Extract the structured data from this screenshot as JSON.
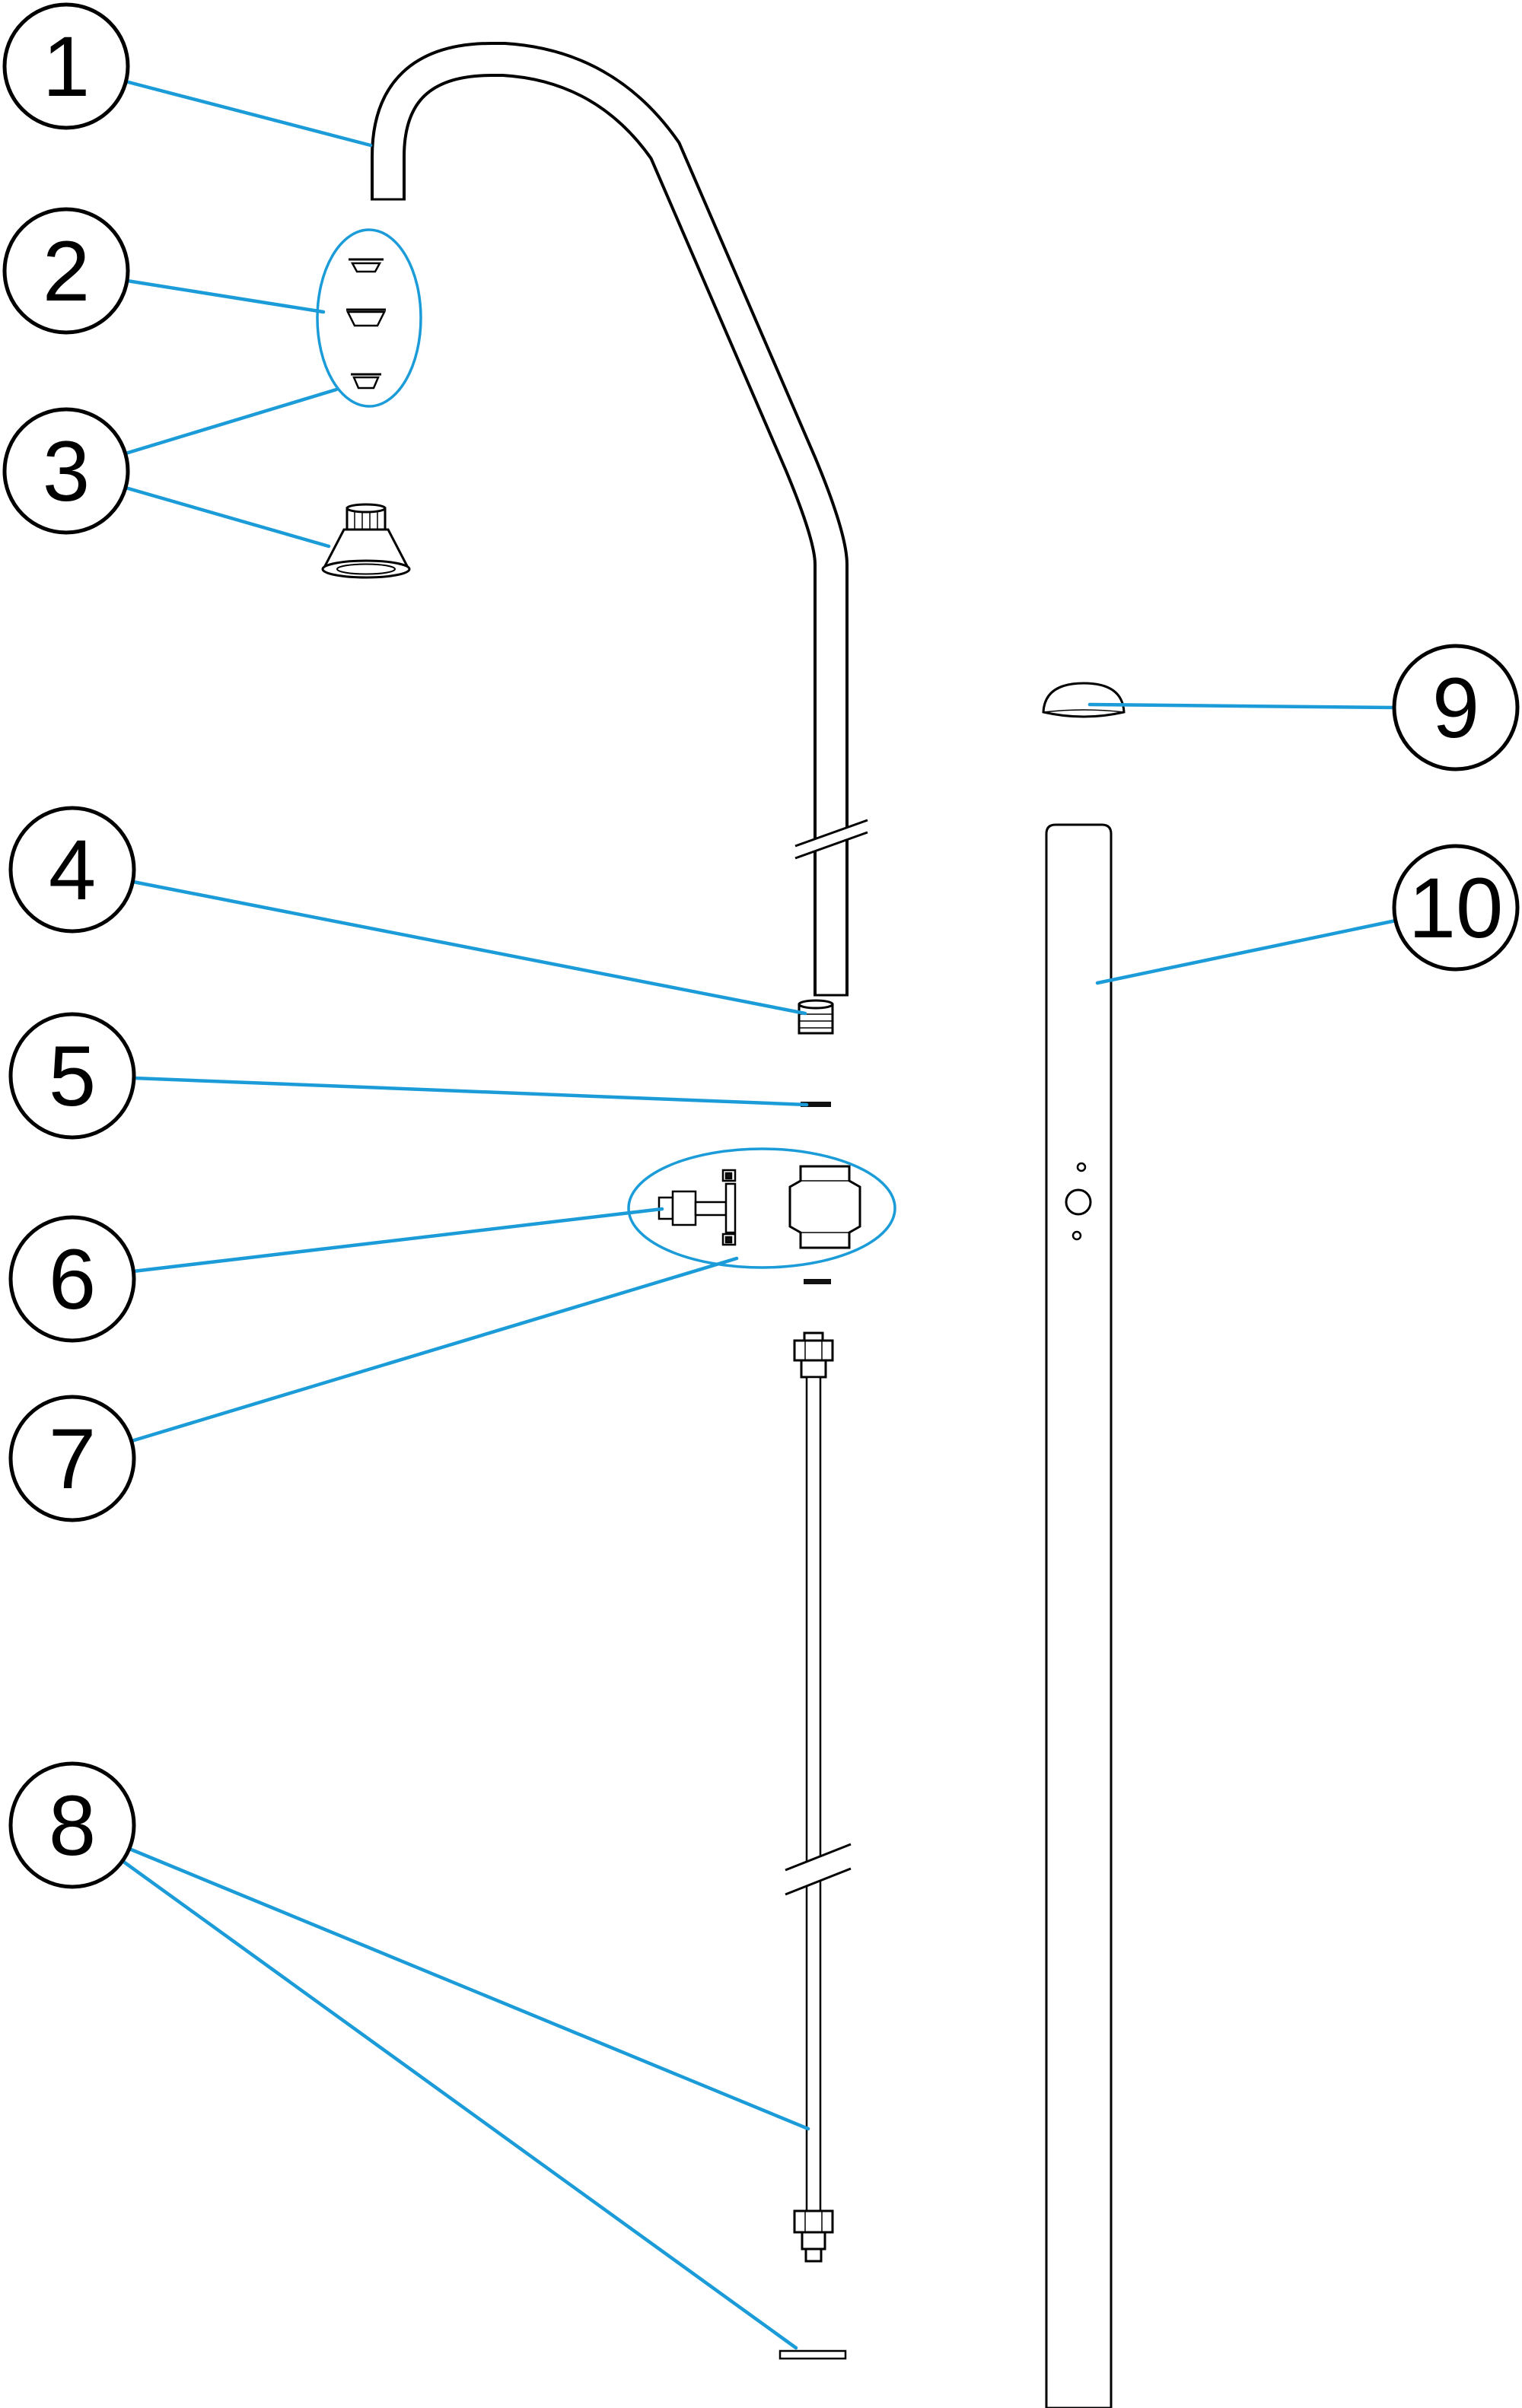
{
  "diagram": {
    "background": "#ffffff",
    "accent_color": "#1b9cd8",
    "line_color": "#000000"
  },
  "callouts": [
    "1",
    "2",
    "3",
    "4",
    "5",
    "6",
    "7",
    "8",
    "9",
    "10"
  ]
}
